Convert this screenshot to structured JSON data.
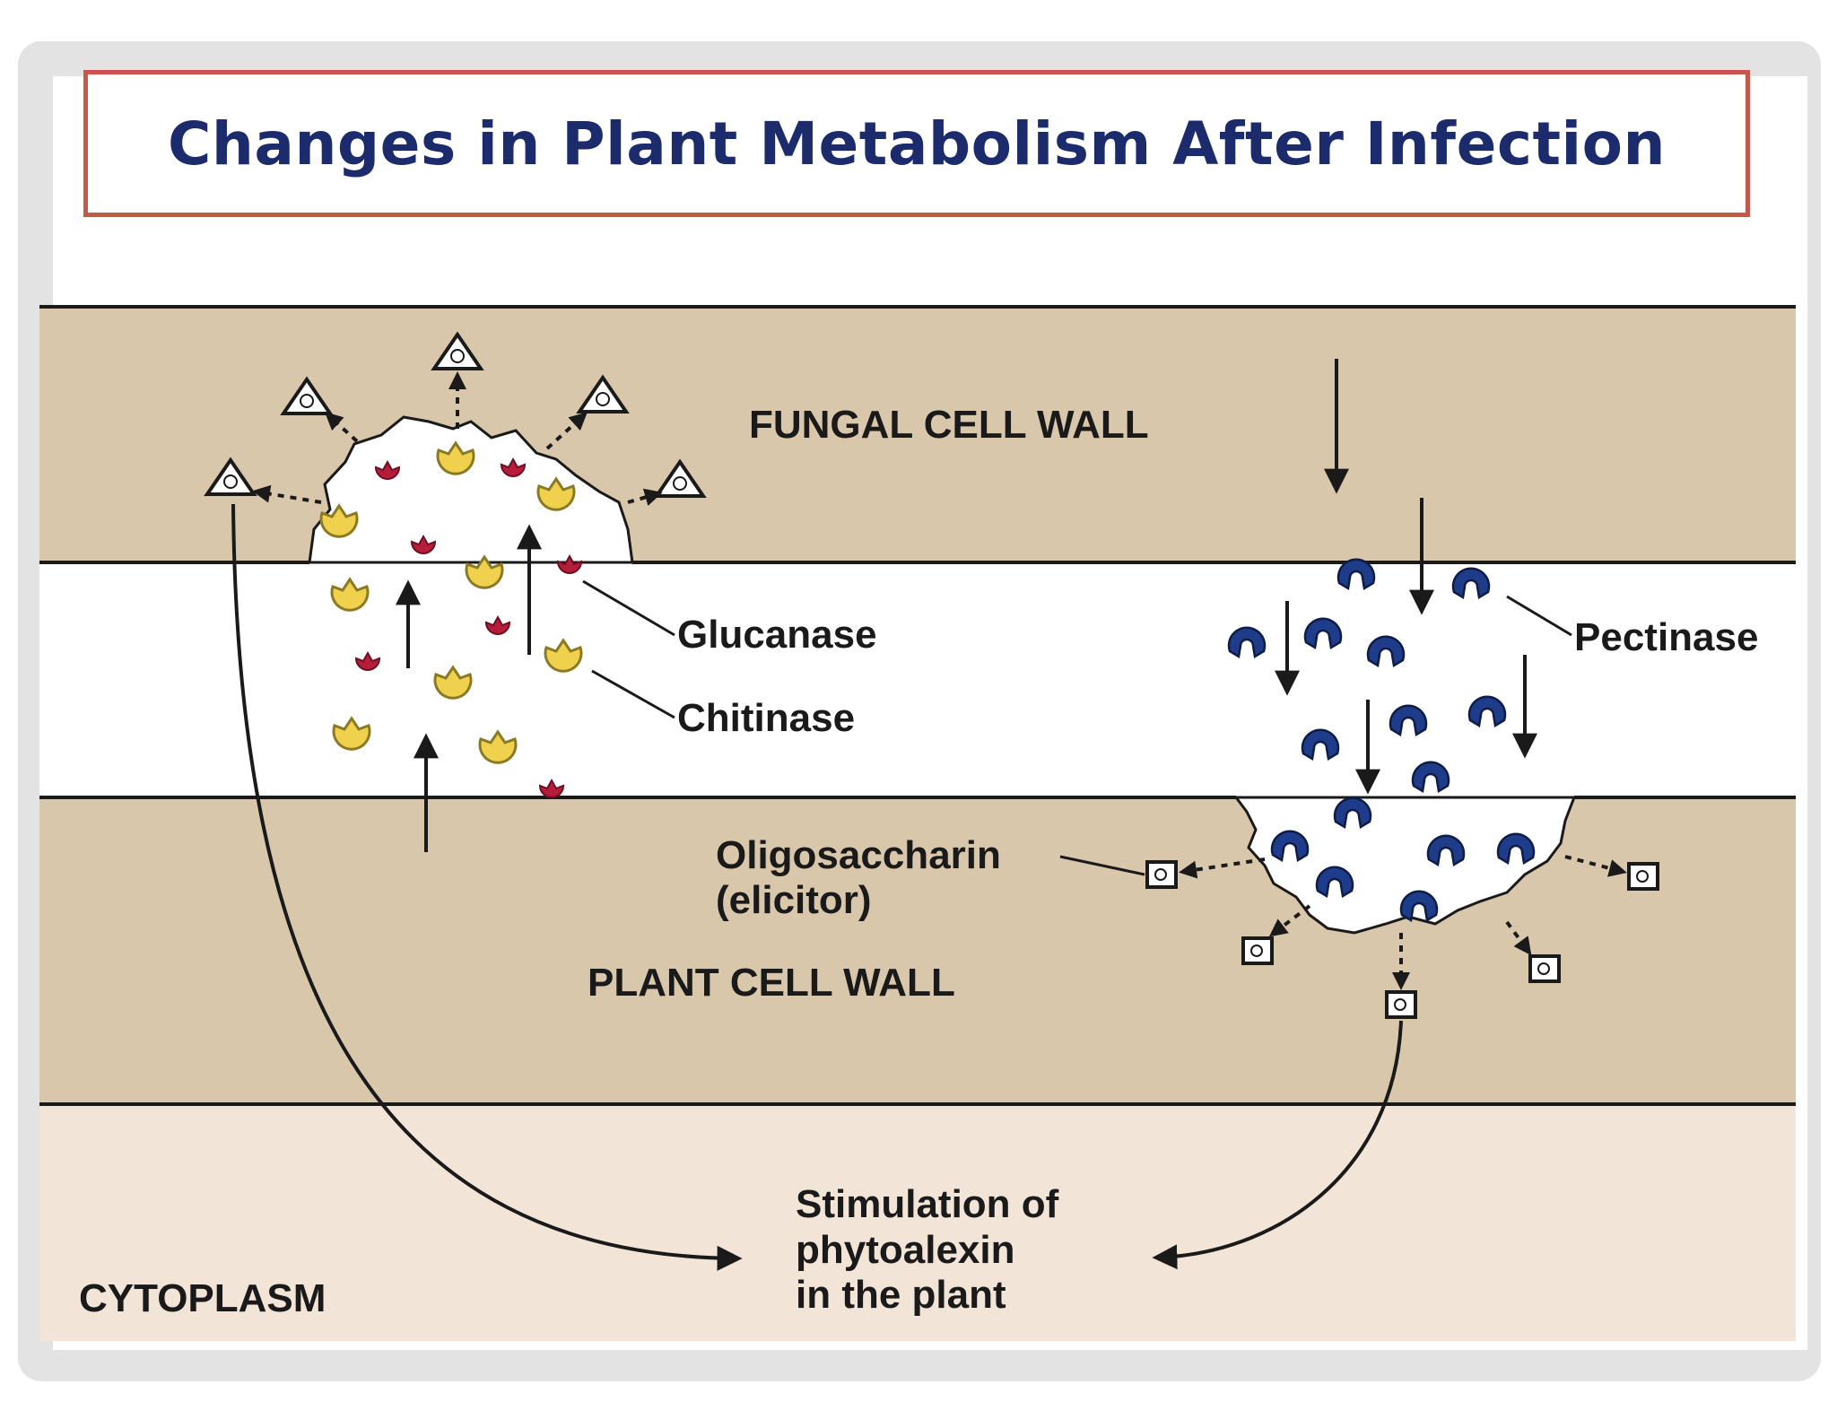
{
  "title": "Changes in Plant Metabolism After Infection",
  "regions": {
    "fungal_wall": "FUNGAL CELL WALL",
    "plant_wall": "PLANT CELL WALL",
    "cytoplasm": "CYTOPLASM"
  },
  "labels": {
    "glucanase": "Glucanase",
    "chitinase": "Chitinase",
    "pectinase": "Pectinase",
    "oligosaccharin_line1": "Oligosaccharin",
    "oligosaccharin_line2": "(elicitor)",
    "stimulation_line1": "Stimulation of",
    "stimulation_line2": "phytoalexin",
    "stimulation_line3": "in the plant"
  },
  "colors": {
    "title_text": "#1b2b6b",
    "title_border": "#c8574b",
    "wall_tan": "#d9c7ac",
    "cytoplasm": "#f2e5d8",
    "glucanase": "#b51d3a",
    "chitinase": "#efd14e",
    "pectinase": "#1f3c8a"
  }
}
